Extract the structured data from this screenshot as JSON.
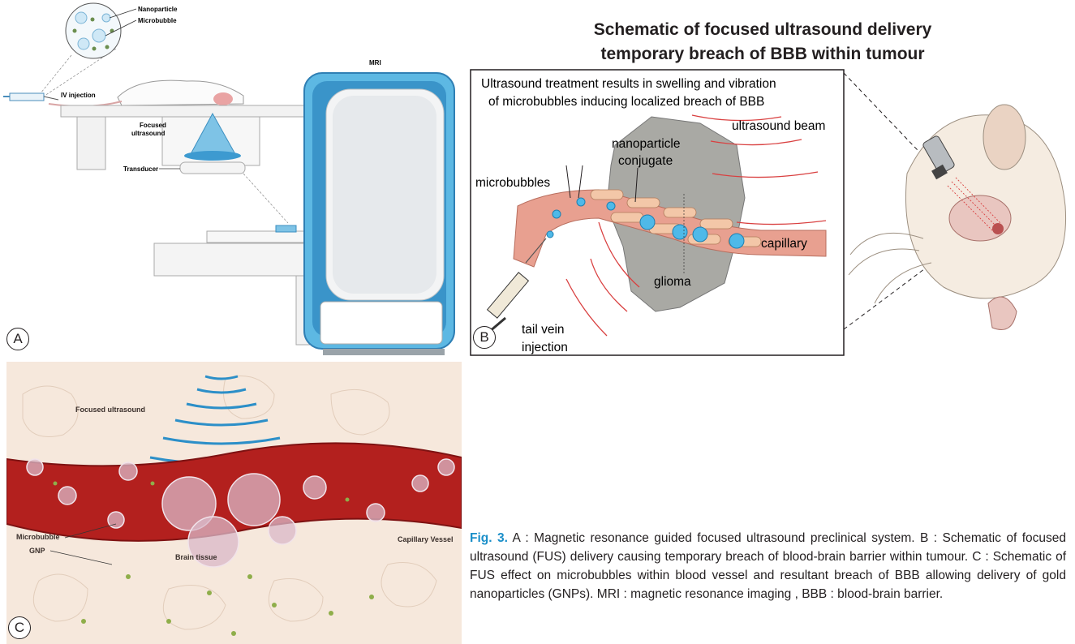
{
  "panel_a": {
    "tag": "A",
    "labels": {
      "nanoparticle": "Nanoparticle",
      "microbubble": "Microbubble",
      "iv_injection": "IV injection",
      "focused_ultrasound_1": "Focused",
      "focused_ultrasound_2": "ultrasound",
      "transducer": "Transducer",
      "mri": "MRI"
    },
    "colors": {
      "mri_body": "#5db8e3",
      "mri_dark": "#2f7fb4"
    }
  },
  "panel_b": {
    "title_line1": "Schematic of focused ultrasound delivery",
    "title_line2": "temporary breach of BBB within tumour",
    "tag": "B",
    "box_text_1": "Ultrasound treatment results in swelling and vibration",
    "box_text_2": "of microbubbles inducing localized breach of BBB",
    "labels": {
      "ultrasound_beam": "ultrasound beam",
      "nanoparticle_1": "nanoparticle",
      "nanoparticle_2": "conjugate",
      "microbubbles": "microbubbles",
      "capillary": "capillary",
      "glioma": "glioma",
      "tail_vein_1": "tail vein",
      "tail_vein_2": "injection"
    },
    "colors": {
      "glioma": "#a9a9a4",
      "vessel": "#e8a090",
      "bubble": "#4fb9e8",
      "beam": "#d94040"
    }
  },
  "panel_c": {
    "tag": "C",
    "labels": {
      "focused_ultrasound": "Focused ultrasound",
      "capillary_vessel": "Capillary Vessel",
      "microbubble": "Microbubble",
      "gnp": "GNP",
      "brain_tissue": "Brain tissue"
    },
    "colors": {
      "vessel": "#b3201e",
      "tissue": "#f6e8dc",
      "waves": "#2c8fc8"
    }
  },
  "caption": {
    "label": "Fig. 3.",
    "text": " A : Magnetic resonance guided focused ultrasound preclinical system. B : Schematic of focused ultrasound (FUS) delivery causing temporary breach of blood-brain barrier within tumour. C : Schematic of FUS effect on microbubbles within blood vessel and resultant breach of BBB allowing delivery of gold nanoparticles (GNPs). MRI : magnetic resonance imaging , BBB : blood-brain barrier."
  }
}
